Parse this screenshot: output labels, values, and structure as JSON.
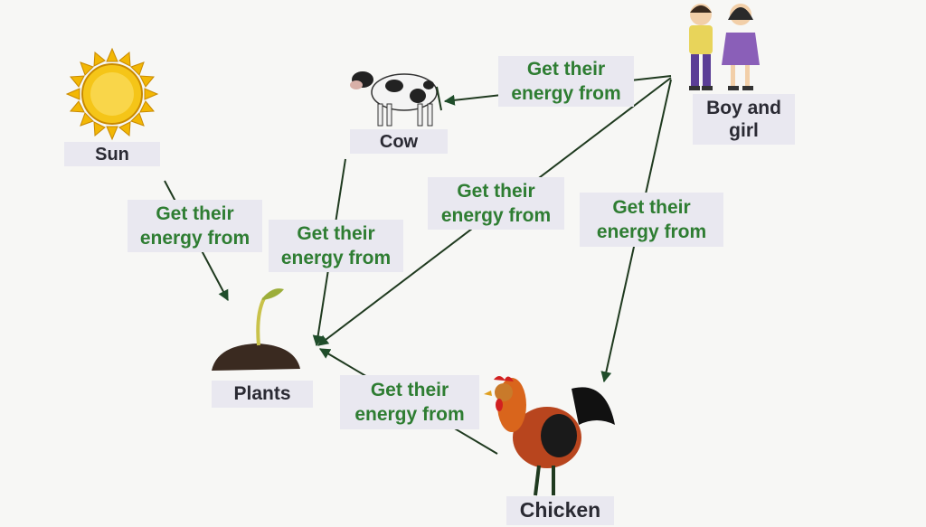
{
  "nodes": {
    "sun": "Sun",
    "cow": "Cow",
    "boy_girl": "Boy and girl",
    "plants": "Plants",
    "chicken": "Chicken"
  },
  "edges": [
    {
      "from": "Boy and girl",
      "to": "Cow",
      "line1": "Get their",
      "line2": "energy from"
    },
    {
      "from": "Boy and girl",
      "to": "Plants",
      "line1": "Get their",
      "line2": "energy from"
    },
    {
      "from": "Boy and girl",
      "to": "Chicken",
      "line1": "Get their",
      "line2": "energy from"
    },
    {
      "from": "Sun",
      "to": "Plants",
      "line1": "Get their",
      "line2": "energy from"
    },
    {
      "from": "Cow",
      "to": "Plants",
      "line1": "Get their",
      "line2": "energy from"
    },
    {
      "from": "Chicken",
      "to": "Plants",
      "line1": "Get their",
      "line2": "energy from"
    }
  ],
  "colors": {
    "edge_text": "#2e7d32",
    "arrow": "#1f3a1f",
    "label_bg": "#e9e8f0"
  }
}
